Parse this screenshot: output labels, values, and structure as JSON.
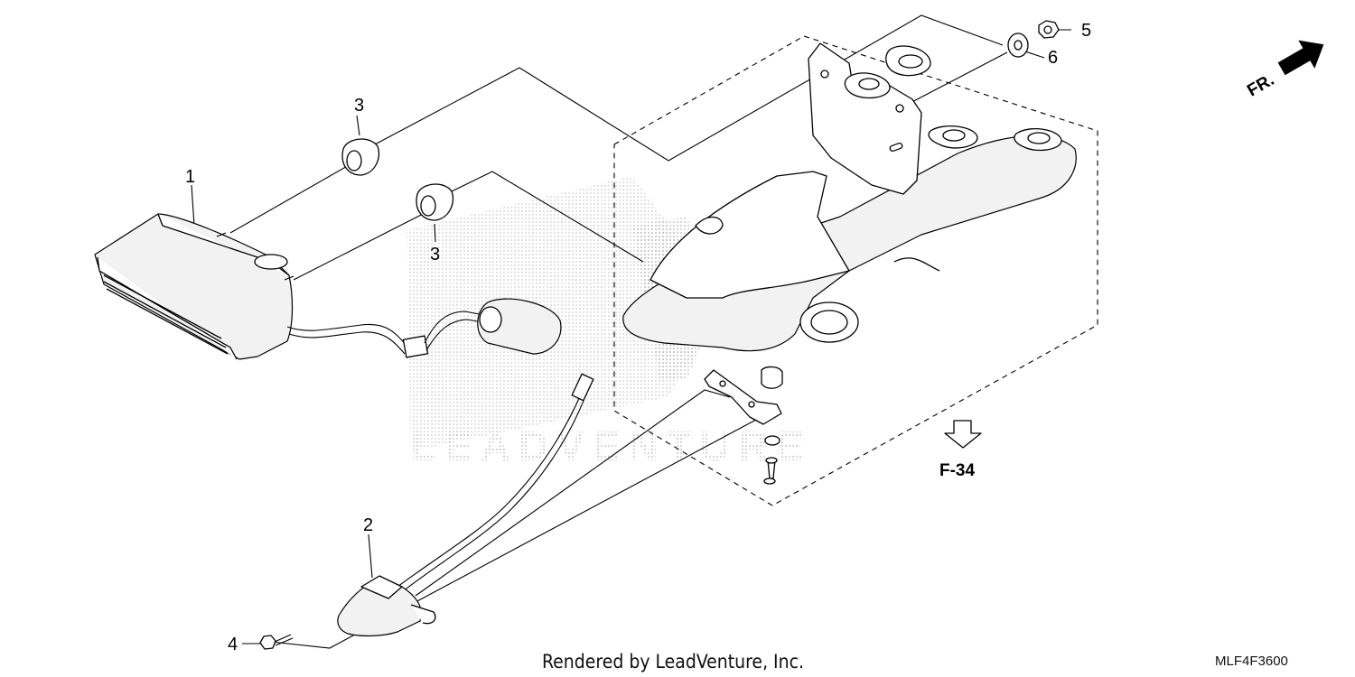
{
  "callouts": {
    "c1": "1",
    "c2": "2",
    "c3a": "3",
    "c3b": "3",
    "c4": "4",
    "c5": "5",
    "c6": "6"
  },
  "reference": {
    "label": "F-34"
  },
  "direction": {
    "label": "FR."
  },
  "watermark": "LEADVENTURE",
  "footer": {
    "credit": "Rendered by LeadVenture, Inc.",
    "diagram_code": "MLF4F3600"
  }
}
